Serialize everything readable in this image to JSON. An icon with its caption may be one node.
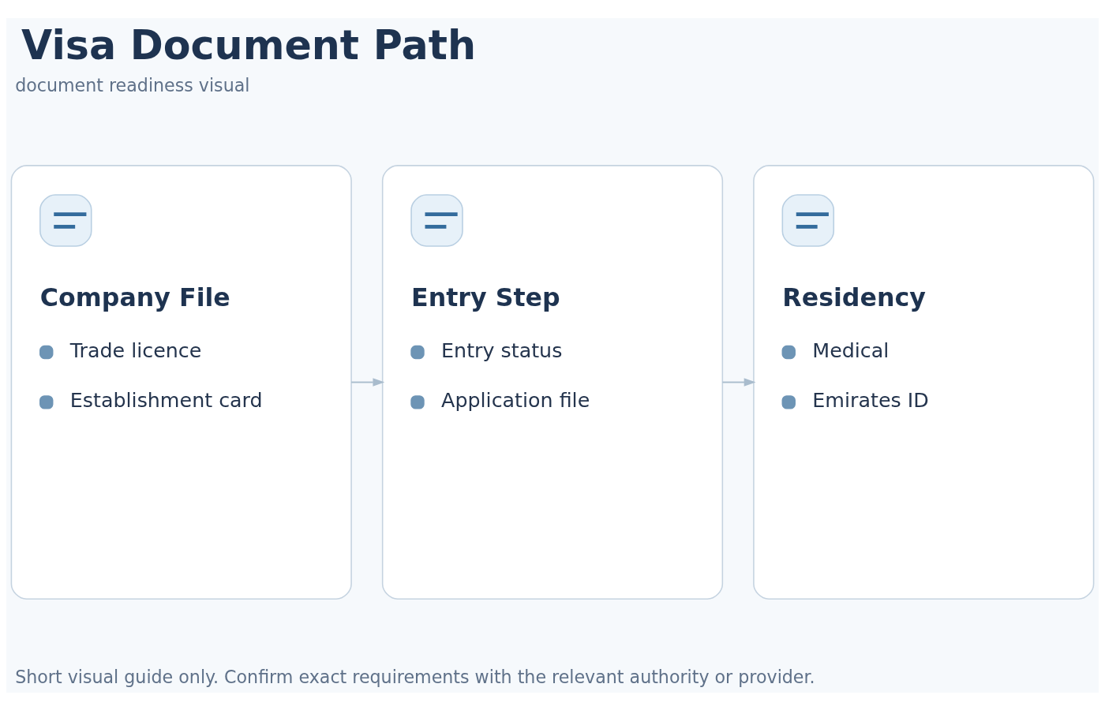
{
  "diagram": {
    "title": "Visa Document Path",
    "nodes": [
      {
        "text": [
          "Company File",
          "Trade licence",
          "Establishment card"
        ]
      },
      {
        "text": [
          "Entry Step",
          "Entry status",
          "Application file"
        ]
      },
      {
        "text": [
          "Residency",
          "Medical",
          "Emirates ID"
        ]
      }
    ],
    "edges": [
      {
        "from": 0,
        "to": 1,
        "arrow": "to"
      },
      {
        "from": 1,
        "to": 2,
        "arrow": "to"
      }
    ],
    "labels": [
      "document readiness visual",
      "Short visual guide only. Confirm exact requirements with the relevant authority or provider."
    ]
  }
}
